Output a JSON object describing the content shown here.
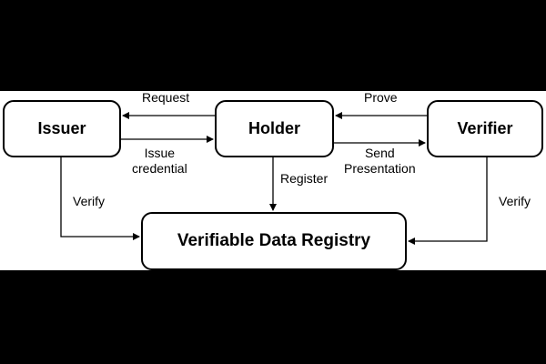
{
  "nodes": {
    "issuer": "Issuer",
    "holder": "Holder",
    "verifier": "Verifier",
    "registry": "Verifiable Data Registry"
  },
  "edges": {
    "request": "Request",
    "issue_line1": "Issue",
    "issue_line2": "credential",
    "prove": "Prove",
    "send_line1": "Send",
    "send_line2": "Presentation",
    "register": "Register",
    "verify_left": "Verify",
    "verify_right": "Verify"
  }
}
